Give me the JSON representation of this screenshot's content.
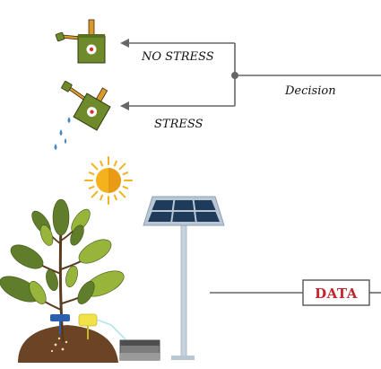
{
  "labels": {
    "no_stress": "NO STRESS",
    "stress": "STRESS",
    "decision": "Decision",
    "data": "DATA"
  },
  "icons": {
    "watering_can_upright": "watering-can-icon",
    "watering_can_pouring": "watering-can-pouring-icon",
    "water_drops": "water-drops-icon",
    "sun": "sun-icon",
    "solar_panel": "solar-panel-icon",
    "plant": "plant-icon",
    "soil": "soil-mound-icon",
    "sensor": "soil-sensor-icon",
    "battery": "battery-box-icon"
  },
  "colors": {
    "line": "#666666",
    "data_text": "#c3272b",
    "can_body": "#6f8a2a",
    "can_handle": "#d99a2b",
    "water": "#4a86c4",
    "sun": "#f3b21e",
    "panel_cell": "#1f3b5c",
    "panel_frame": "#b9c6d3",
    "leaf_dark": "#5f7d2a",
    "leaf_light": "#97b53a",
    "soil": "#6b4426",
    "sensor": "#f2e24a"
  }
}
